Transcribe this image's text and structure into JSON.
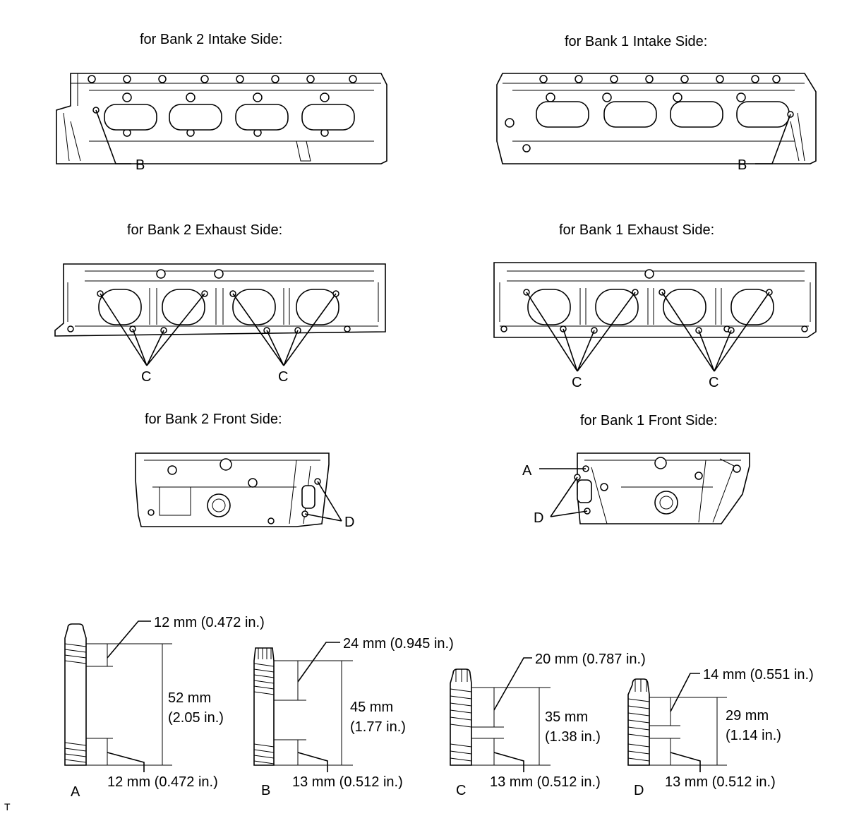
{
  "views": {
    "bank2_intake": {
      "title": "for Bank 2 Intake Side:",
      "callout": "B"
    },
    "bank1_intake": {
      "title": "for Bank 1 Intake Side:",
      "callout": "B"
    },
    "bank2_exhaust": {
      "title": "for Bank 2 Exhaust Side:",
      "callout_left": "C",
      "callout_right": "C"
    },
    "bank1_exhaust": {
      "title": "for Bank 1 Exhaust Side:",
      "callout_left": "C",
      "callout_right": "C"
    },
    "bank2_front": {
      "title": "for Bank 2 Front Side:",
      "callout": "D"
    },
    "bank1_front": {
      "title": "for Bank 1 Front Side:",
      "callout_a": "A",
      "callout_d": "D"
    }
  },
  "studs": [
    {
      "id": "A",
      "top_thread": "12 mm (0.472 in.)",
      "length_mm": "52 mm",
      "length_in": "(2.05 in.)",
      "bottom_thread": "12 mm (0.472 in.)"
    },
    {
      "id": "B",
      "top_thread": "24 mm (0.945 in.)",
      "length_mm": "45 mm",
      "length_in": "(1.77 in.)",
      "bottom_thread": "13 mm (0.512 in.)"
    },
    {
      "id": "C",
      "top_thread": "20 mm (0.787 in.)",
      "length_mm": "35 mm",
      "length_in": "(1.38 in.)",
      "bottom_thread": "13 mm (0.512 in.)"
    },
    {
      "id": "D",
      "top_thread": "14 mm (0.551 in.)",
      "length_mm": "29 mm",
      "length_in": "(1.14 in.)",
      "bottom_thread": "13 mm (0.512 in.)"
    }
  ],
  "corner_mark": "T"
}
